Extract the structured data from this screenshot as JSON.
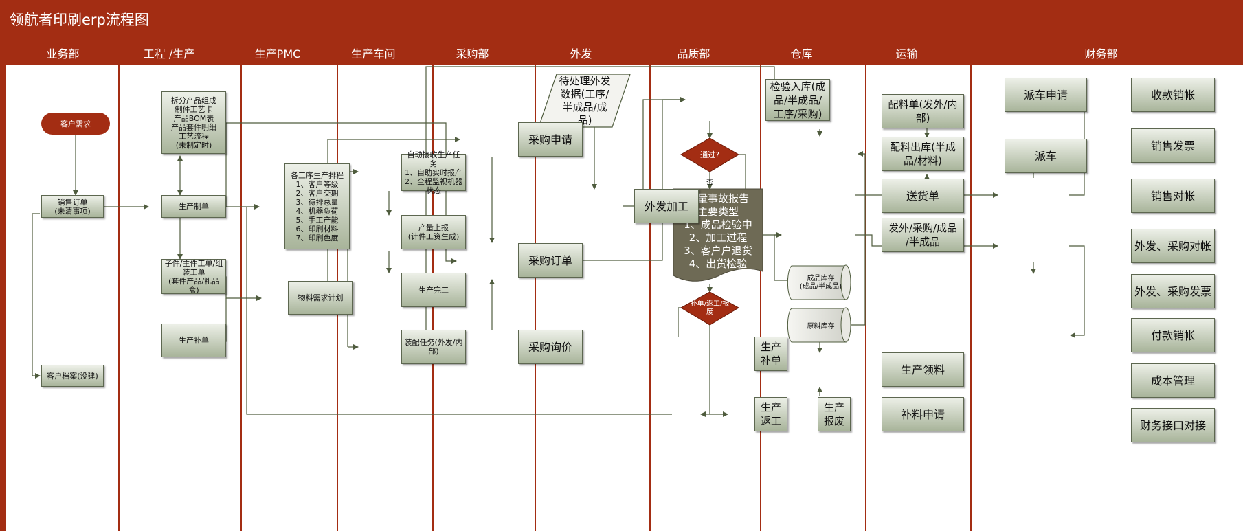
{
  "title": "领航者印刷erp流程图",
  "lanes": [
    "业务部",
    "工程 /生产",
    "生产PMC",
    "生产车间",
    "采购部",
    "外发",
    "品质部",
    "仓库",
    "运输",
    "财务部"
  ],
  "colors": {
    "header": "#a32d13",
    "box_border": "#5d6750",
    "connector": "#4f5c3e",
    "doc_fill": "#6e6a55"
  },
  "nodes": {
    "customer_demand": "客户需求",
    "sales_order": "销售订单\n(未清事项)",
    "customer_file": "客户档案(没建)",
    "split_product": "拆分产品组成\n制件工艺卡\n产品BOM表\n产品套件明细\n工艺流程\n(未制定时)",
    "production_order": "生产制单",
    "sub_work_order": "子件/主件工单/组\n装工单\n(套件产品/礼品盒)",
    "production_supplement": "生产补单",
    "scheduling": "各工序生产排程\n1、客户等级\n2、客户交期\n3、待排总量\n4、机器负荷\n5、手工产能\n6、印刷材料\n7、印刷色度",
    "material_plan": "物料需求计划",
    "auto_receive": "自动接收生产任务\n1、自助实时报产\n2、全程监视机器\n状态",
    "output_report": "产量上报\n(计件工资生成)",
    "production_complete": "生产完工",
    "assembly_task": "装配任务(外发/内\n部)",
    "purchase_request": "采购申请",
    "purchase_order": "采购订单",
    "purchase_inquiry": "采购询价",
    "pending_outsource": "待处理外发\n数据(工序/\n半成品/成\n品)",
    "outsource_process": "外发加工",
    "inspection_inbound": "检验入库(成\n品/半成品/\n工序/采购)",
    "pass_decision": "通过?",
    "no_label": "否",
    "quality_report": "质量事故报告\n主要类型\n1、成品检验中\n2、加工过程\n3、客户户退货\n4、出货检验",
    "rework_decision": "补单/返工/报\n废",
    "qc_supplement": "生产\n补单",
    "qc_rework": "生产\n返工",
    "qc_scrap": "生产\n报废",
    "picking_list": "配料单(发外/内\n部)",
    "picking_outbound": "配料出库(半成\n品/材料)",
    "delivery_note": "送货单",
    "outsource_purchase_inbound": "发外/采购/成品\n/半成品",
    "finished_stock": "成品库存\n(成品/半成品)",
    "raw_stock": "原料库存",
    "material_requisition": "生产领料",
    "supplement_request": "补料申请",
    "dispatch_request": "派车申请",
    "dispatch": "派车",
    "receipt_writeoff": "收款销帐",
    "sales_invoice": "销售发票",
    "sales_reconcile": "销售对帐",
    "outsource_purchase_reconcile": "外发、采购对帐",
    "outsource_purchase_invoice": "外发、采购发票",
    "payment_writeoff": "付款销帐",
    "cost_management": "成本管理",
    "finance_interface": "财务接口对接"
  }
}
